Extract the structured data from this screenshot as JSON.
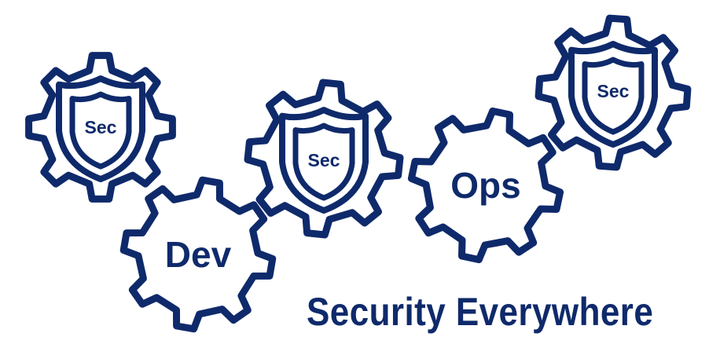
{
  "colors": {
    "ink": "#0f2a6b",
    "background": "#ffffff"
  },
  "gears": [
    {
      "id": "gear-sec-1",
      "label": "Sec",
      "has_shield": true
    },
    {
      "id": "gear-dev",
      "label": "Dev",
      "has_shield": false
    },
    {
      "id": "gear-sec-2",
      "label": "Sec",
      "has_shield": true
    },
    {
      "id": "gear-ops",
      "label": "Ops",
      "has_shield": false
    },
    {
      "id": "gear-sec-3",
      "label": "Sec",
      "has_shield": true
    }
  ],
  "tagline": "Security Everywhere"
}
